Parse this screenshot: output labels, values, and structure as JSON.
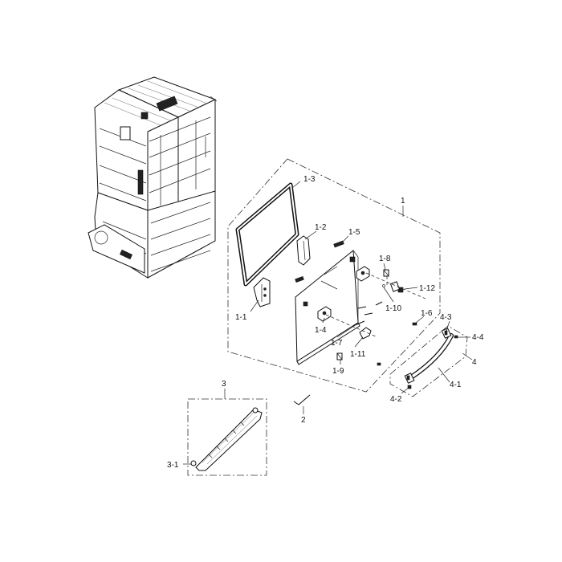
{
  "callouts": {
    "c1": "1",
    "c1_1": "1-1",
    "c1_2": "1-2",
    "c1_3": "1-3",
    "c1_4": "1-4",
    "c1_5": "1-5",
    "c1_6": "1-6",
    "c1_7": "1-7",
    "c1_8": "1-8",
    "c1_9": "1-9",
    "c1_10": "1-10",
    "c1_11": "1-11",
    "c1_12": "1-12",
    "c2": "2",
    "c3": "3",
    "c3_1": "3-1",
    "c4": "4",
    "c4_1": "4-1",
    "c4_2": "4-2",
    "c4_3": "4-3",
    "c4_4": "4-4"
  }
}
